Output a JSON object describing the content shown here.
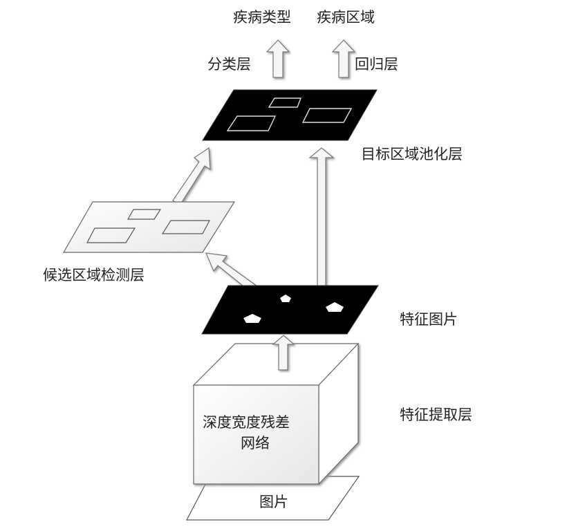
{
  "outputs": {
    "disease_type": "疾病类型",
    "disease_region": "疾病区域"
  },
  "layers": {
    "classification": "分类层",
    "regression": "回归层",
    "roi_pooling": "目标区域池化层",
    "region_proposal": "候选区域检测层",
    "feature_map": "特征图片",
    "feature_extraction": "特征提取层"
  },
  "network": {
    "line1": "深度宽度残差",
    "line2": "网络"
  },
  "input_image": "图片"
}
